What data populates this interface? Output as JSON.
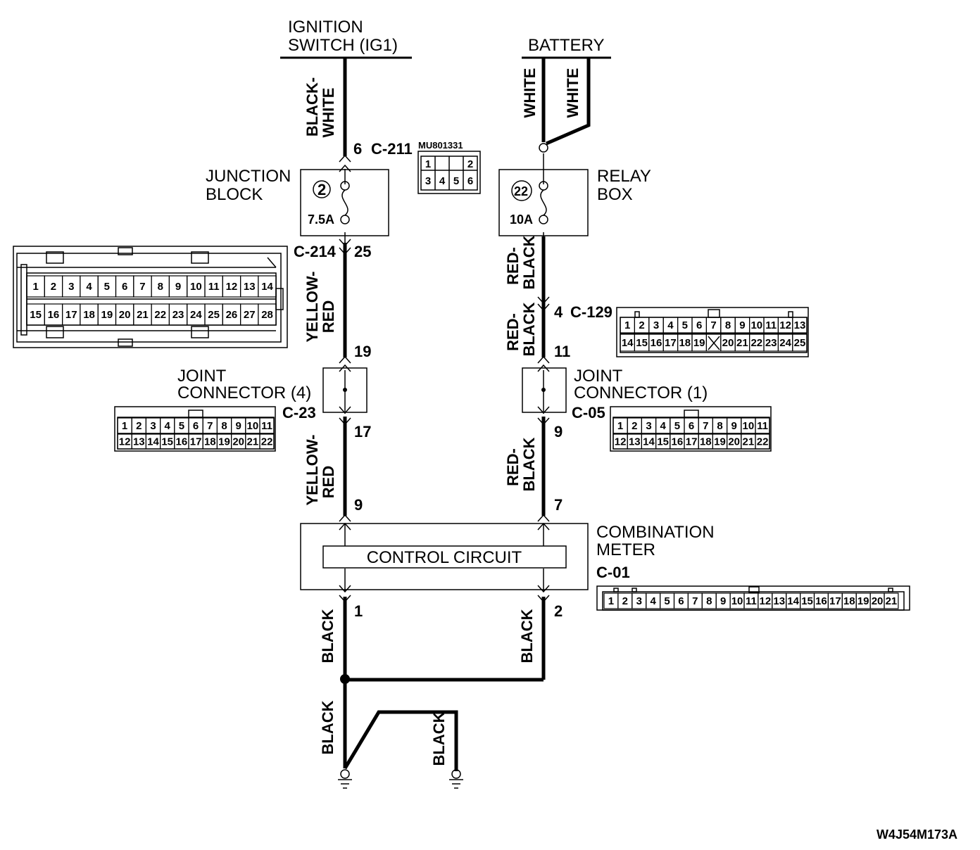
{
  "sources": {
    "ignition": [
      "IGNITION",
      "SWITCH (IG1)"
    ],
    "battery": "BATTERY"
  },
  "wires": {
    "black_white": [
      "BLACK-",
      "WHITE"
    ],
    "white_left": "WHITE",
    "white_right": "WHITE",
    "yellow_red_upper": [
      "YELLOW-",
      "RED"
    ],
    "yellow_red_lower": [
      "YELLOW-",
      "RED"
    ],
    "red_black_1": [
      "RED-",
      "BLACK"
    ],
    "red_black_2": [
      "RED-",
      "BLACK"
    ],
    "red_black_3": [
      "RED-",
      "BLACK"
    ],
    "black_1": "BLACK",
    "black_2": "BLACK",
    "black_3": "BLACK",
    "black_4": "BLACK"
  },
  "components": {
    "junction_block": {
      "name": [
        "JUNCTION",
        "BLOCK"
      ],
      "fuse_no": "2",
      "rating": "7.5A"
    },
    "relay_box": {
      "name": [
        "RELAY",
        "BOX"
      ],
      "fuse_no": "22",
      "rating": "10A"
    },
    "joint_connector_4": [
      "JOINT",
      "CONNECTOR (4)"
    ],
    "joint_connector_1": [
      "JOINT",
      "CONNECTOR (1)"
    ],
    "combination_meter": [
      "COMBINATION",
      "METER"
    ],
    "control_circuit": "CONTROL CIRCUIT"
  },
  "connectors": {
    "c211": {
      "pin": "6",
      "code": "C-211",
      "part": "MU801331",
      "pins_top": [
        "1",
        "2"
      ],
      "pins_bottom": [
        "3",
        "4",
        "5",
        "6"
      ]
    },
    "c214": {
      "code": "C-214",
      "pin": "25",
      "pins_top": [
        "1",
        "2",
        "3",
        "4",
        "5",
        "6",
        "7",
        "8",
        "9",
        "10",
        "11",
        "12",
        "13",
        "14"
      ],
      "pins_bottom": [
        "15",
        "16",
        "17",
        "18",
        "19",
        "20",
        "21",
        "22",
        "23",
        "24",
        "25",
        "26",
        "27",
        "28"
      ]
    },
    "c129": {
      "pin": "4",
      "code": "C-129",
      "pins_top": [
        "1",
        "2",
        "3",
        "4",
        "5",
        "6",
        "7",
        "8",
        "9",
        "10",
        "11",
        "12",
        "13"
      ],
      "pins_bottom": [
        "14",
        "15",
        "16",
        "17",
        "18",
        "19",
        "",
        "20",
        "21",
        "22",
        "23",
        "24",
        "25"
      ]
    },
    "c23": {
      "code": "C-23",
      "pin_in": "19",
      "pin_out": "17",
      "pins_top": [
        "1",
        "2",
        "3",
        "4",
        "5",
        "6",
        "7",
        "8",
        "9",
        "10",
        "11"
      ],
      "pins_bottom": [
        "12",
        "13",
        "14",
        "15",
        "16",
        "17",
        "18",
        "19",
        "20",
        "21",
        "22"
      ]
    },
    "c05": {
      "code": "C-05",
      "pin_in": "11",
      "pin_out": "9",
      "pins_top": [
        "1",
        "2",
        "3",
        "4",
        "5",
        "6",
        "7",
        "8",
        "9",
        "10",
        "11"
      ],
      "pins_bottom": [
        "12",
        "13",
        "14",
        "15",
        "16",
        "17",
        "18",
        "19",
        "20",
        "21",
        "22"
      ]
    },
    "c01": {
      "code": "C-01",
      "pin_left_in": "9",
      "pin_right_in": "7",
      "pin_left_out": "1",
      "pin_right_out": "2",
      "pins": [
        "1",
        "2",
        "3",
        "4",
        "5",
        "6",
        "7",
        "8",
        "9",
        "10",
        "11",
        "12",
        "13",
        "14",
        "15",
        "16",
        "17",
        "18",
        "19",
        "20",
        "21"
      ]
    }
  },
  "figure_code": "W4J54M173A"
}
